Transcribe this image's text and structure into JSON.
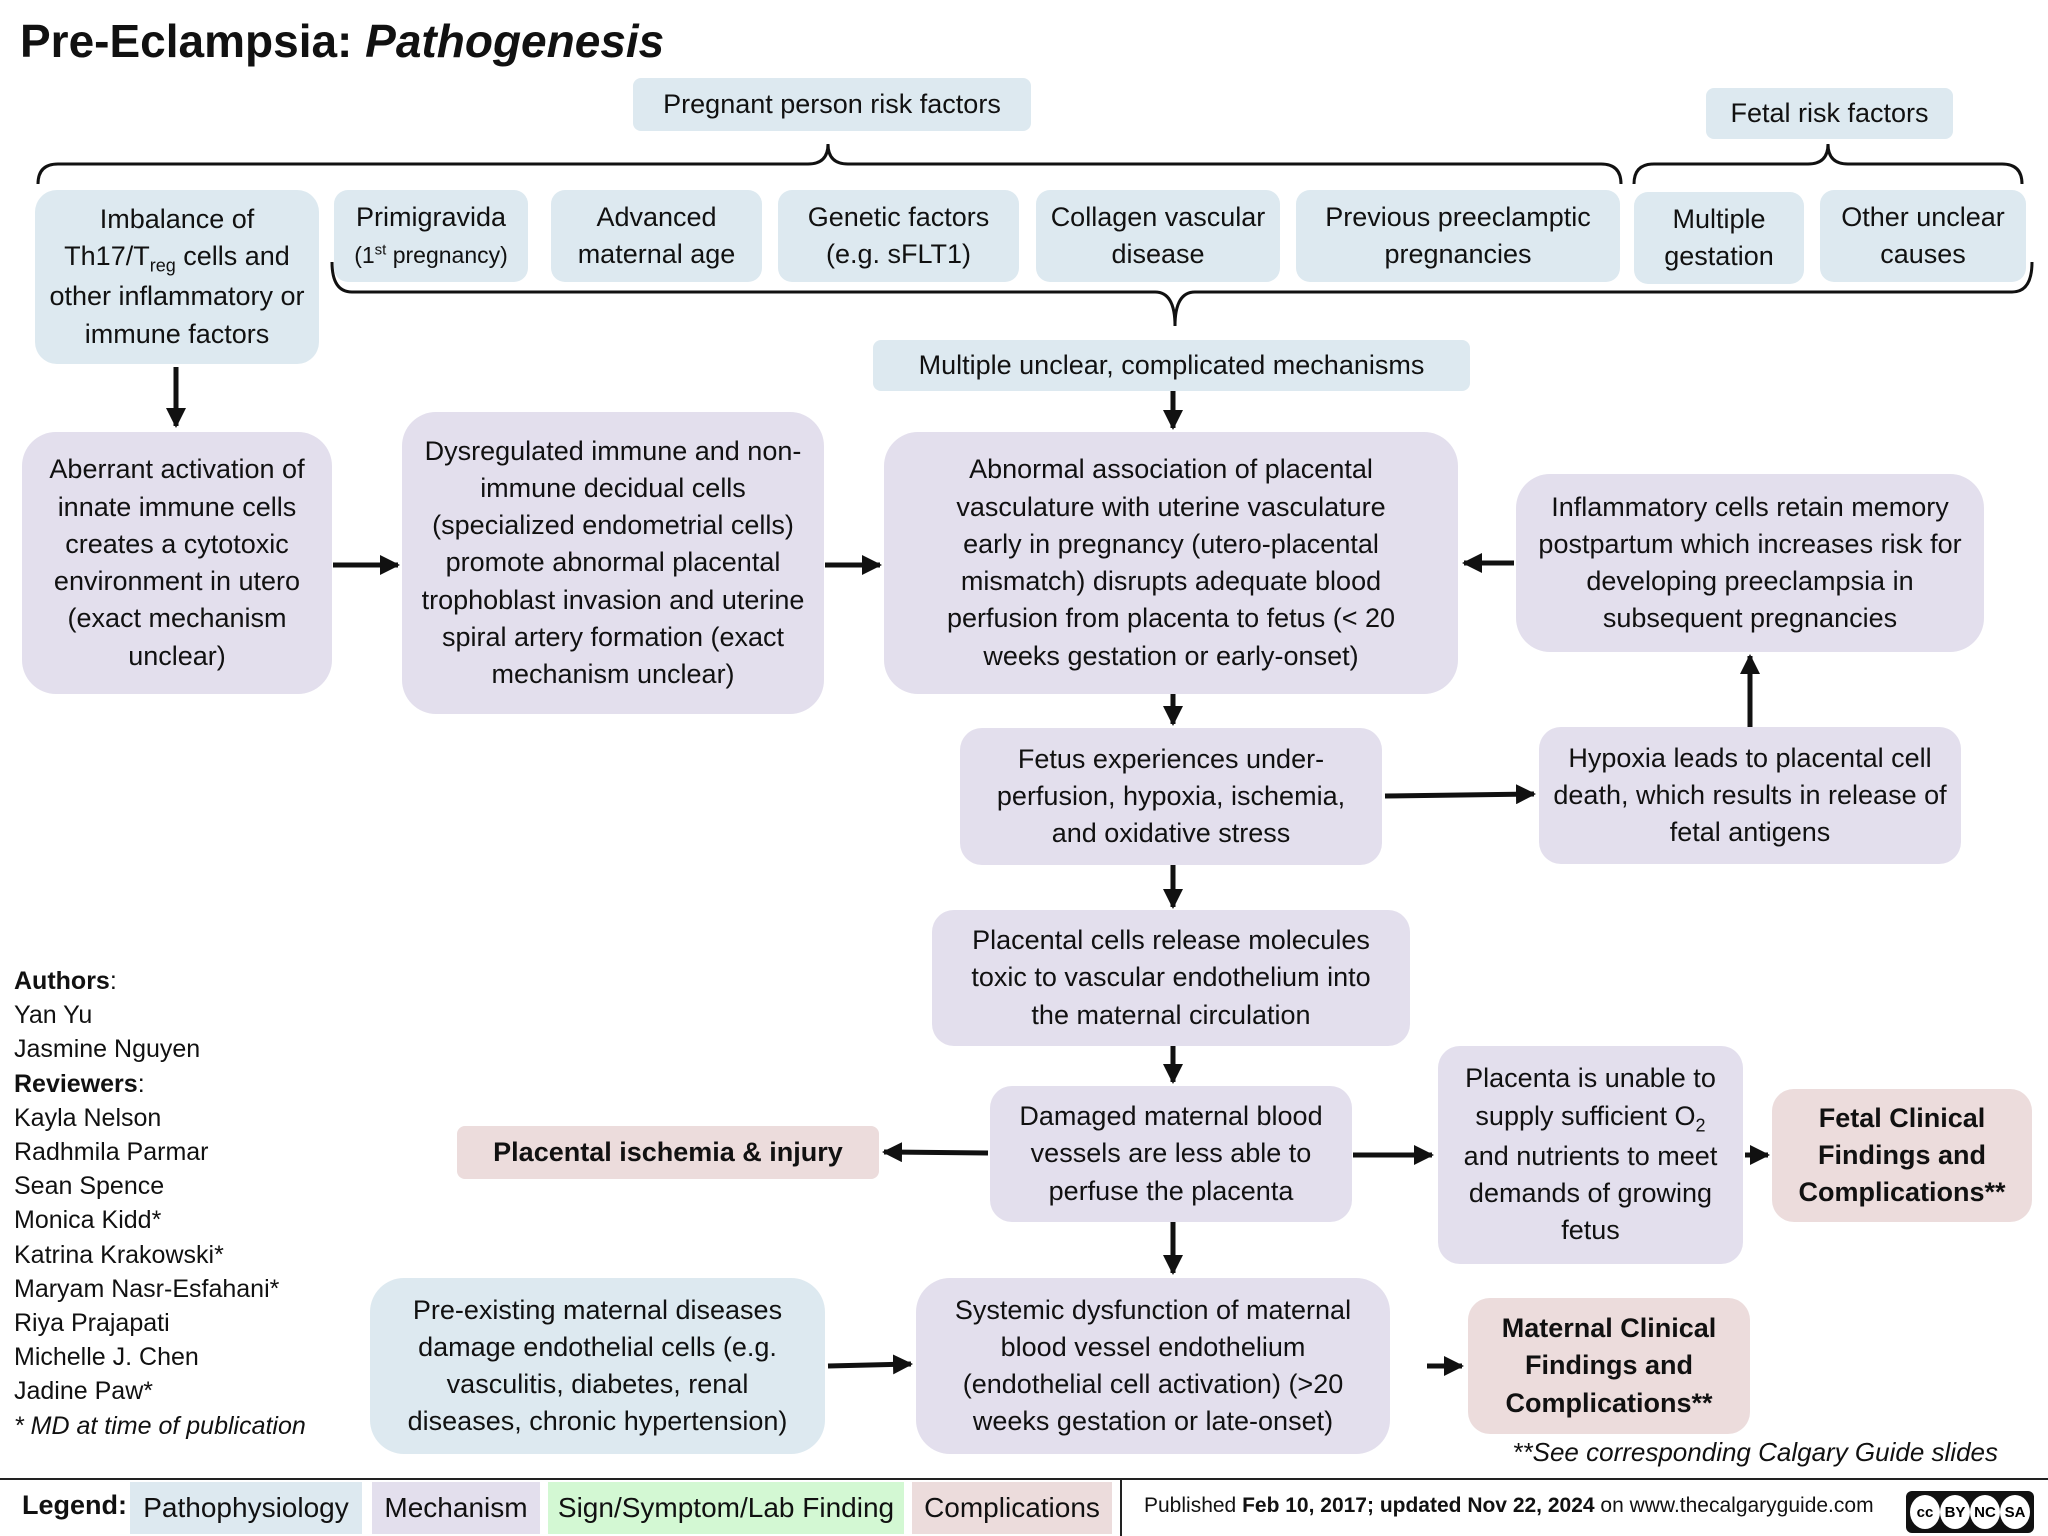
{
  "title": {
    "main": "Pre-Eclampsia:",
    "sub": "Pathogenesis"
  },
  "headers": {
    "pregnant": "Pregnant person risk factors",
    "fetal": "Fetal risk factors"
  },
  "risk": {
    "imbalance": {
      "pre": "Imbalance of Th17/T",
      "sub": "reg",
      "post": " cells and other inflammatory or immune  factors"
    },
    "primigravida": {
      "line1": "Primigravida",
      "pre": "(1",
      "sup": "st",
      "post": " pregnancy)"
    },
    "age": "Advanced maternal age",
    "genetic": "Genetic factors (e.g. sFLT1)",
    "collagen": "Collagen vascular disease",
    "previous": "Previous preeclamptic pregnancies",
    "multiple": "Multiple gestation",
    "other": "Other unclear causes"
  },
  "nodes": {
    "mechanisms": "Multiple unclear, complicated mechanisms",
    "aberrant": "Aberrant activation of innate immune cells creates a cytotoxic environment in utero (exact mechanism unclear)",
    "dysregulated": "Dysregulated immune and non-immune decidual cells (specialized endometrial cells) promote abnormal placental trophoblast invasion and uterine spiral artery formation (exact mechanism unclear)",
    "abnormal": "Abnormal association of placental vasculature with uterine vasculature early in pregnancy (utero-placental mismatch) disrupts adequate blood perfusion from placenta to fetus (< 20 weeks gestation or early-onset)",
    "inflammatory": "Inflammatory cells retain memory postpartum which increases risk for developing preeclampsia in subsequent pregnancies",
    "fetus": "Fetus experiences under-perfusion, hypoxia, ischemia, and oxidative stress",
    "hypoxia": "Hypoxia leads to placental cell death, which results in release of fetal antigens",
    "release": "Placental cells release molecules toxic to vascular endothelium into the maternal circulation",
    "damaged": "Damaged maternal blood vessels are less able to perfuse the placenta",
    "ischemia": "Placental ischemia & injury",
    "placenta_unable": {
      "pre": "Placenta is unable to supply sufficient O",
      "sub": "2",
      "post": " and nutrients to meet demands of growing fetus"
    },
    "fetal_clinical": "Fetal Clinical Findings and Complications**",
    "preexisting": "Pre-existing maternal diseases damage endothelial cells (e.g. vasculitis, diabetes, renal diseases, chronic hypertension)",
    "systemic": "Systemic dysfunction of maternal blood vessel endothelium (endothelial cell activation) (>20 weeks gestation or late-onset)",
    "maternal_clinical": "Maternal Clinical Findings and Complications**"
  },
  "authors": {
    "authors_label": "Authors",
    "authors": [
      "Yan Yu",
      "Jasmine Nguyen"
    ],
    "reviewers_label": "Reviewers",
    "reviewers": [
      "Kayla Nelson",
      "Radhmila Parmar",
      "Sean Spence",
      "Monica Kidd*",
      "Katrina Krakowski*",
      "Maryam Nasr-Esfahani*",
      "Riya Prajapati",
      "Michelle J. Chen",
      "Jadine Paw*"
    ],
    "note": "* MD at time of publication"
  },
  "see_note": "**See corresponding Calgary Guide slides",
  "legend": {
    "label": "Legend",
    "items": [
      "Pathophysiology",
      "Mechanism",
      "Sign/Symptom/Lab Finding",
      "Complications"
    ],
    "colors": [
      "#dde9f0",
      "#e3dfed",
      "#d3f8d3",
      "#ecdcdc"
    ]
  },
  "publication": {
    "pre": "Published ",
    "date": "Feb 10, 2017; updated Nov 22, 2024",
    "post": " on www.thecalgaryguide.com"
  },
  "license": [
    "cc",
    "BY",
    "NC",
    "SA"
  ]
}
